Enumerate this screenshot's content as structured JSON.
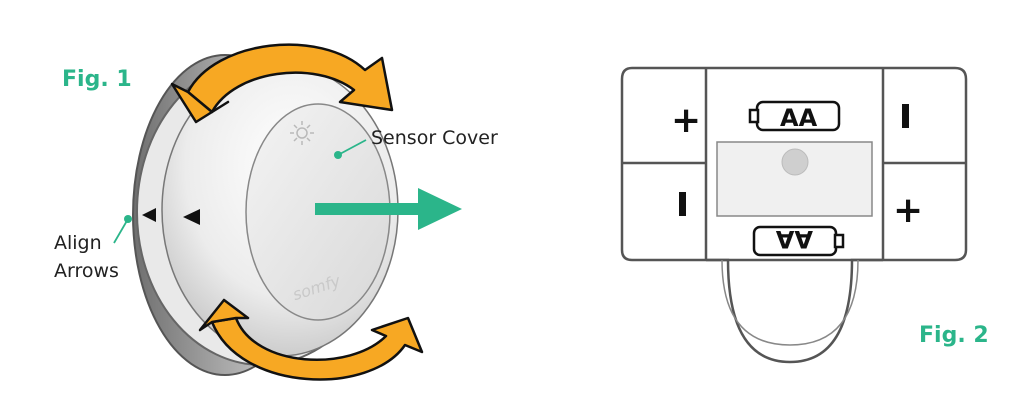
{
  "figures": {
    "fig1": {
      "label": "Fig. 1"
    },
    "fig2": {
      "label": "Fig. 2"
    }
  },
  "callouts": {
    "sensor_cover": "Sensor Cover",
    "align_line1": "Align",
    "align_line2": "Arrows"
  },
  "device": {
    "brand": "somfy"
  },
  "battery_tray": {
    "battery_top_label": "AA",
    "battery_bottom_label": "AA",
    "left_top_sign": "+",
    "left_bottom_sign": "|",
    "right_top_sign": "|",
    "right_bottom_sign": "+"
  },
  "colors": {
    "accent_green": "#2bb58a",
    "arrow_orange": "#f7a823",
    "tray_outline": "#555555"
  }
}
